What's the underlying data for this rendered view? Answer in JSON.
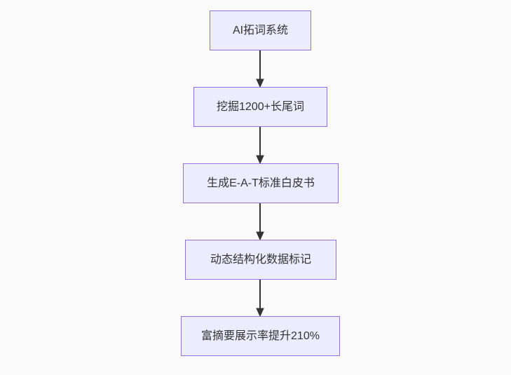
{
  "diagram": {
    "type": "flowchart",
    "direction": "top-down",
    "nodes": [
      {
        "id": "n1",
        "label": "AI拓词系统"
      },
      {
        "id": "n2",
        "label": "挖掘1200+长尾词"
      },
      {
        "id": "n3",
        "label": "生成E-A-T标准白皮书"
      },
      {
        "id": "n4",
        "label": "动态结构化数据标记"
      },
      {
        "id": "n5",
        "label": "富摘要展示率提升210%"
      }
    ],
    "edges": [
      {
        "from": "n1",
        "to": "n2",
        "style": "arrow-down"
      },
      {
        "from": "n2",
        "to": "n3",
        "style": "arrow-down"
      },
      {
        "from": "n3",
        "to": "n4",
        "style": "arrow-down"
      },
      {
        "from": "n4",
        "to": "n5",
        "style": "arrow-down"
      }
    ],
    "colors": {
      "background": "#fafafa",
      "node_fill": "#ECECFF",
      "node_border": "#9370DB",
      "arrow": "#333333",
      "text": "#333333"
    }
  }
}
